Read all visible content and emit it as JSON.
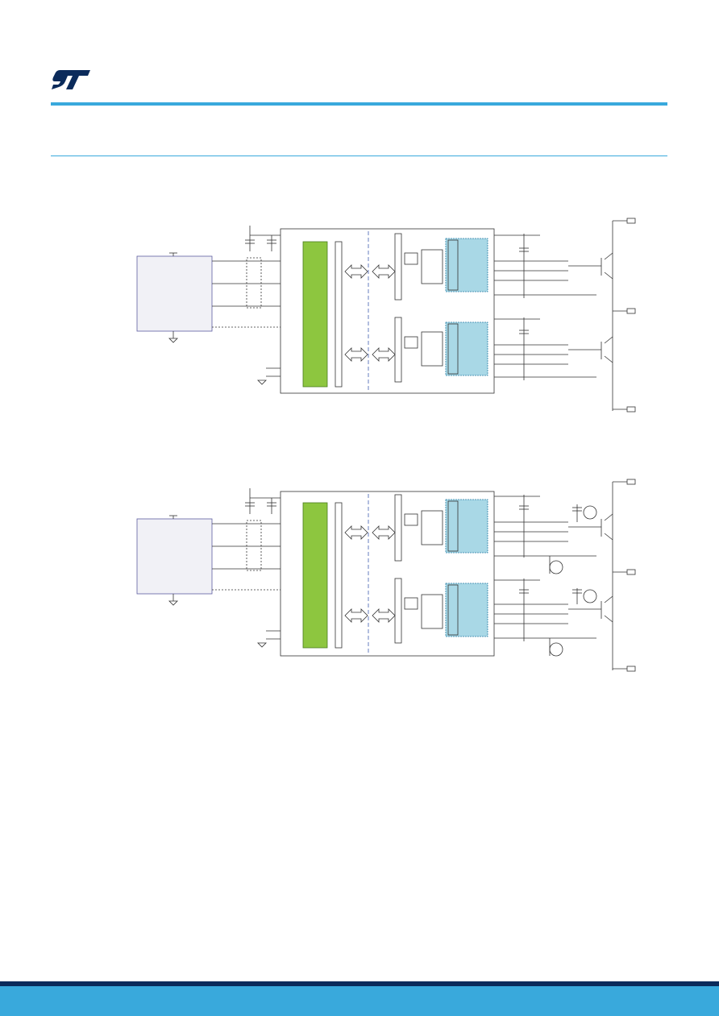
{
  "brand": {
    "logo_icon": "st-logo-icon",
    "accent_color": "#39a9dc",
    "logo_color": "#0b2b5b"
  },
  "diagrams": [
    {
      "name": "application-diagram-1",
      "variant": "standard"
    },
    {
      "name": "application-diagram-2",
      "variant": "with-desaturation-and-current-sensing"
    }
  ],
  "colors": {
    "controller_fill": "#f1f1f6",
    "controller_stroke": "#5c5ca0",
    "isolation_fill": "#8dc63f",
    "driver_fill": "#a9d8e6",
    "line": "#333333",
    "isolation_barrier": "#3f5cb0"
  }
}
